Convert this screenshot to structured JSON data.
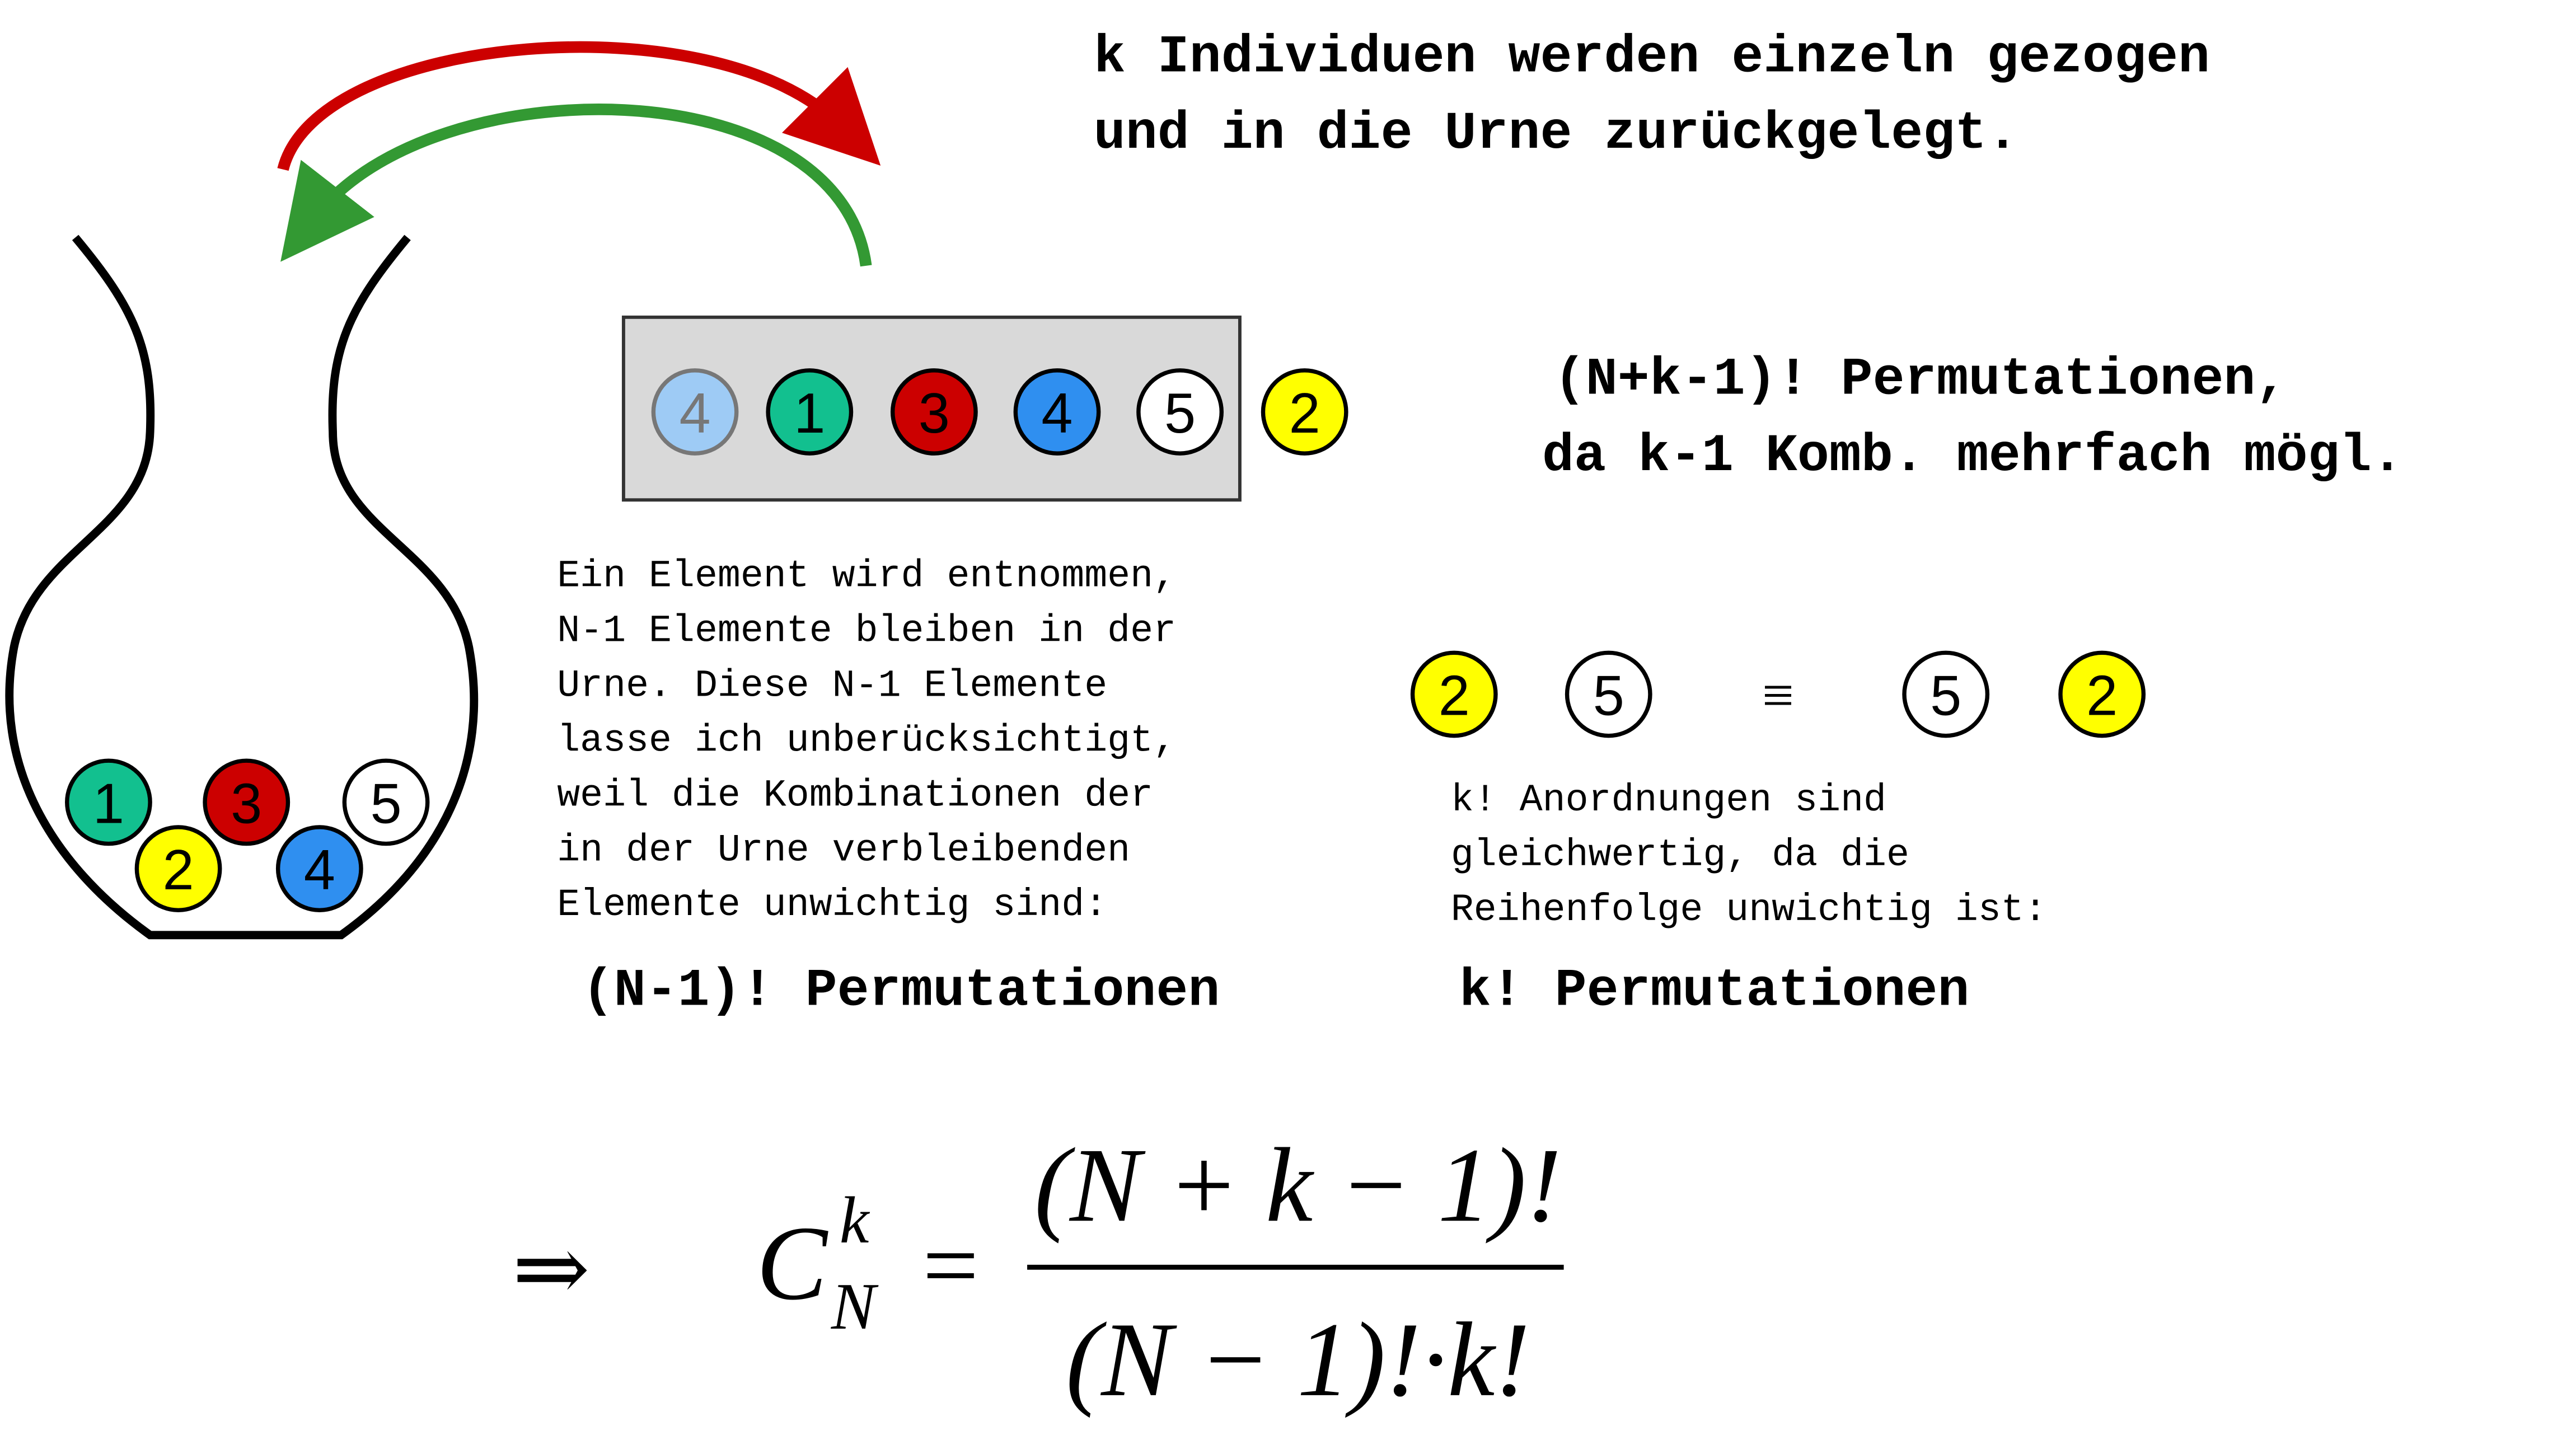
{
  "heading": {
    "line1": "k Individuen werden einzeln gezogen",
    "line2": "und in die Urne zurückgelegt."
  },
  "permutations_total": {
    "line1": "(N+k-1)! Permutationen,",
    "line2": "da k-1 Komb. mehrfach mögl."
  },
  "urn_balls": [
    {
      "label": "1",
      "color": "#12c08f"
    },
    {
      "label": "3",
      "color": "#cc0000"
    },
    {
      "label": "5",
      "color": "#ffffff"
    },
    {
      "label": "2",
      "color": "#ffff00"
    },
    {
      "label": "4",
      "color": "#2f8ff0"
    }
  ],
  "drawn_balls": [
    {
      "label": "4",
      "color": "#9ecbf5",
      "faded": true
    },
    {
      "label": "1",
      "color": "#12c08f"
    },
    {
      "label": "3",
      "color": "#cc0000"
    },
    {
      "label": "4",
      "color": "#2f8ff0"
    },
    {
      "label": "5",
      "color": "#ffffff"
    },
    {
      "label": "2",
      "color": "#ffff00"
    }
  ],
  "left_explanation": [
    "Ein Element wird entnommen,",
    "N-1 Elemente bleiben in der",
    "Urne. Diese N-1 Elemente",
    "lasse ich unberücksichtigt,",
    "weil die Kombinationen der",
    "in der Urne verbleibenden",
    "Elemente unwichtig sind:"
  ],
  "left_result": "(N-1)! Permutationen",
  "equivalence": {
    "left": [
      {
        "label": "2",
        "color": "#ffff00"
      },
      {
        "label": "5",
        "color": "#ffffff"
      }
    ],
    "symbol": "≡",
    "right": [
      {
        "label": "5",
        "color": "#ffffff"
      },
      {
        "label": "2",
        "color": "#ffff00"
      }
    ]
  },
  "right_explanation": [
    "k! Anordnungen sind",
    "gleichwertig, da die",
    "Reihenfolge unwichtig ist:"
  ],
  "right_result": "k! Permutationen",
  "formula": {
    "implies": "⇒",
    "C": "C",
    "sup": "k",
    "sub": "N",
    "equals": "=",
    "numerator": "(N + k − 1)!",
    "denominator": "(N − 1)!·k!"
  },
  "colors": {
    "arrow_out": "#cc0000",
    "arrow_back": "#339933",
    "box_fill": "#d9d9d9"
  }
}
